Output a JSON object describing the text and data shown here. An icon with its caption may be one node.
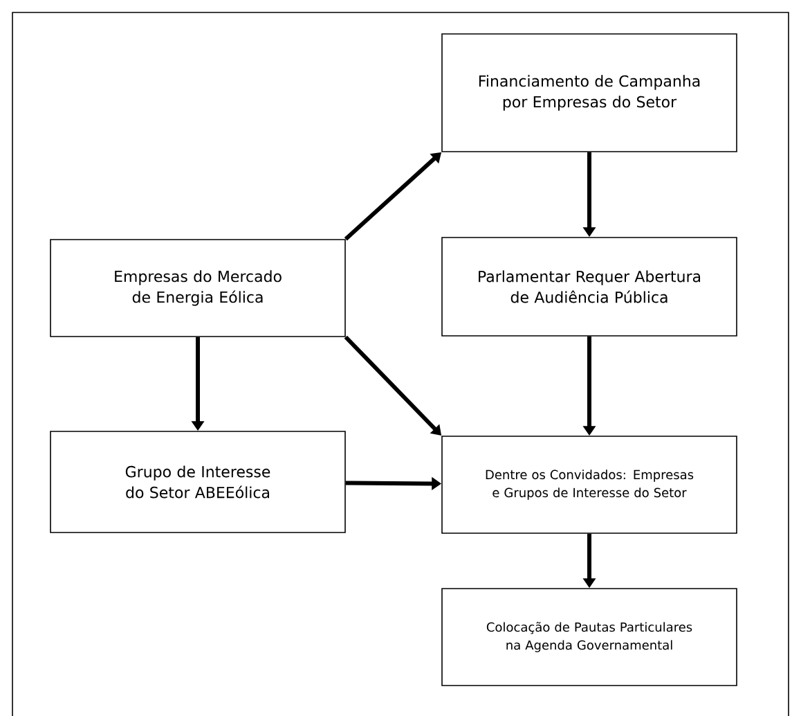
{
  "diagram": {
    "nodes": [
      {
        "text": [
          "Financiamento de Campanha por Empresas do Setor"
        ]
      },
      {
        "text": [
          "Empresas do Mercado de Energia Eólica"
        ]
      },
      {
        "text": [
          "Parlamentar Requer Abertura de Audiência Pública"
        ]
      },
      {
        "text": [
          "Grupo de Interesse do Setor ABEEólica"
        ]
      },
      {
        "text": [
          "Dentre os Convidados: Empresas e Grupos de Interesse do Setor"
        ]
      },
      {
        "text": [
          "Colocação de Pautas Particulares na Agenda Governamental"
        ]
      }
    ],
    "edges": [
      {
        "from": 1,
        "to": 0,
        "arrow": "to"
      },
      {
        "from": 0,
        "to": 2,
        "arrow": "to"
      },
      {
        "from": 1,
        "to": 4,
        "arrow": "to"
      },
      {
        "from": 2,
        "to": 4,
        "arrow": "to"
      },
      {
        "from": 1,
        "to": 3,
        "arrow": "to"
      },
      {
        "from": 3,
        "to": 4,
        "arrow": "to"
      },
      {
        "from": 4,
        "to": 5,
        "arrow": "to"
      }
    ]
  }
}
